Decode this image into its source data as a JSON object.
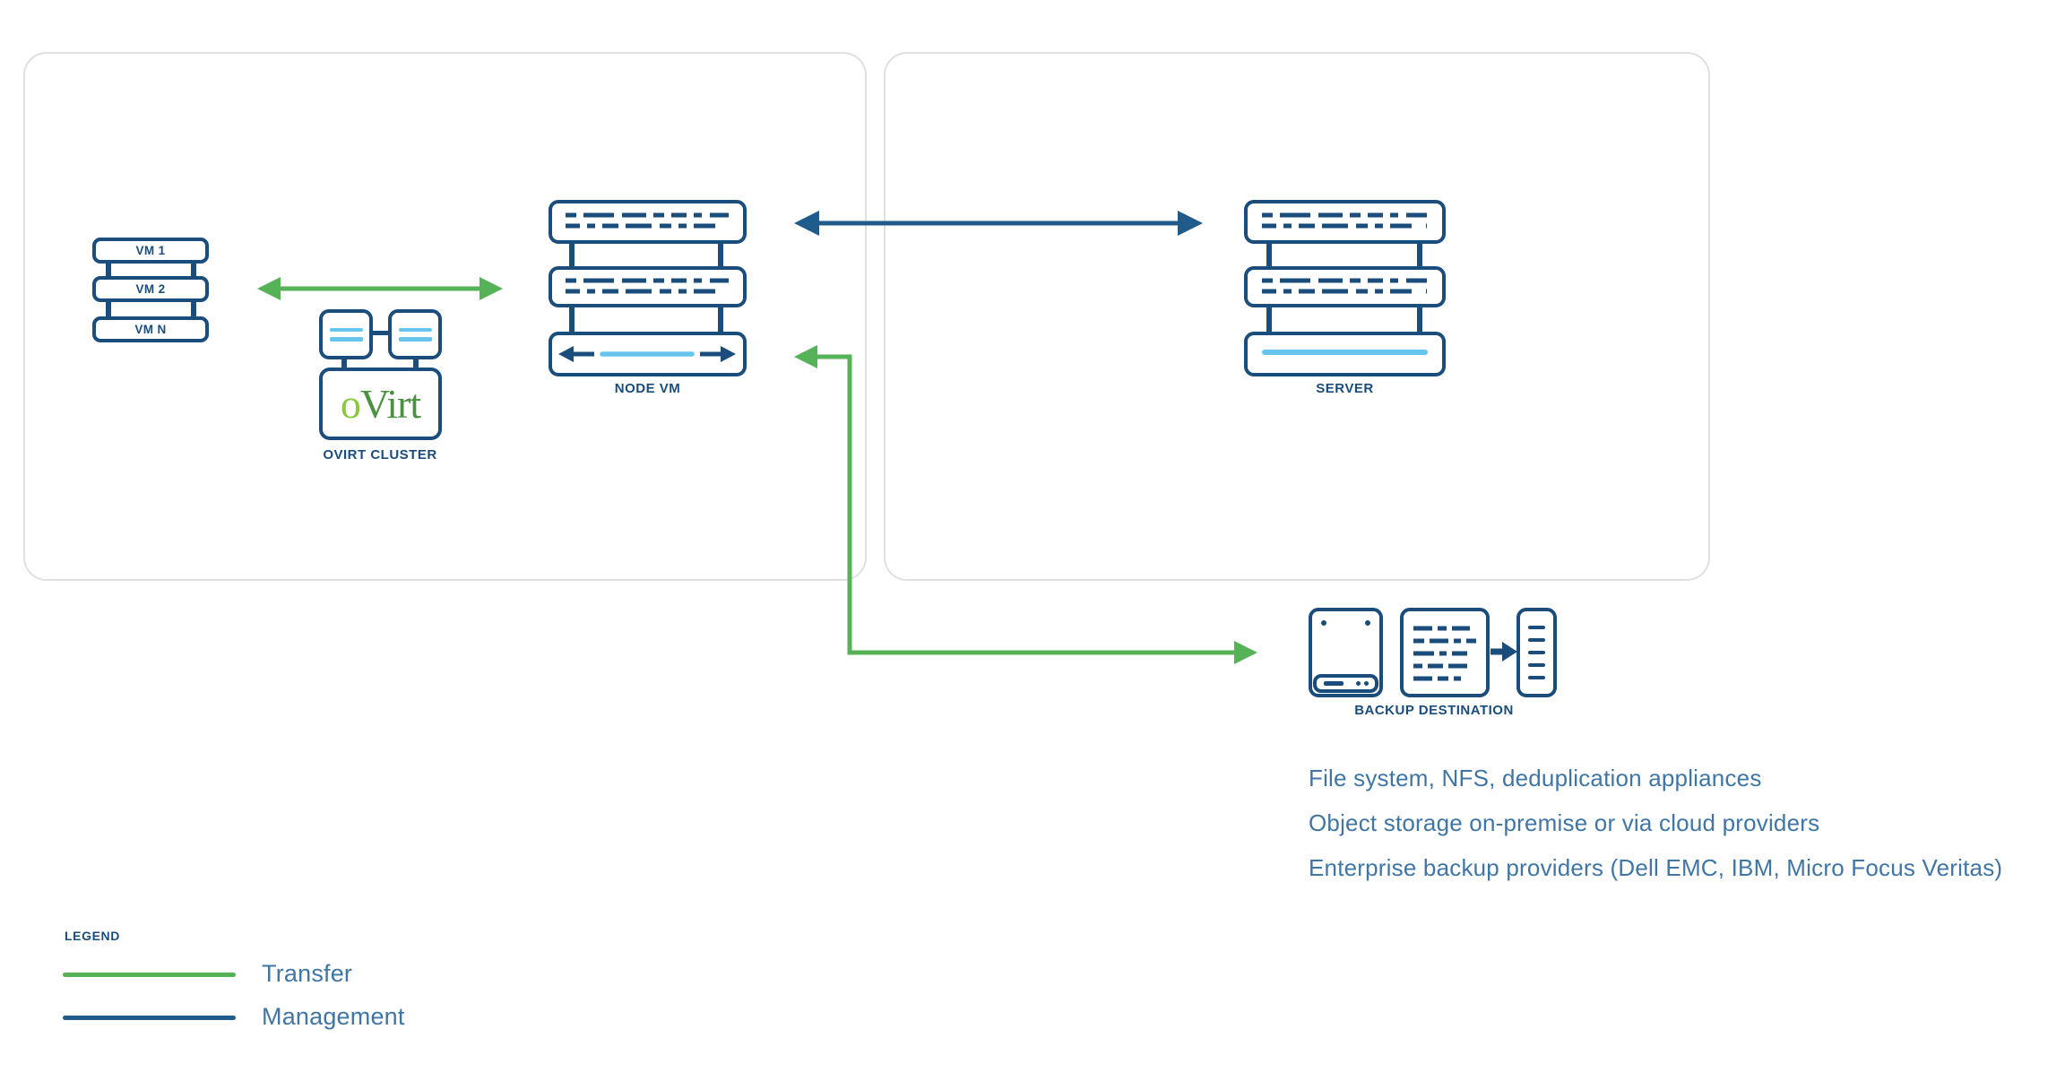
{
  "colors": {
    "navy": "#1a4d7c",
    "management_blue": "#1f5c8c",
    "transfer_green": "#55b257",
    "cyan_accent": "#66c5ec",
    "body_text_blue": "#3f76a6",
    "panel_border": "#e0e0e0",
    "ovirt_light_green": "#8dc63f",
    "ovirt_dark_green": "#4c9142"
  },
  "left_panel": {
    "vm_stack": {
      "items": [
        "VM 1",
        "VM 2",
        "VM N"
      ]
    },
    "ovirt_cluster": {
      "label": "OVIRT CLUSTER",
      "logo_prefix": "o",
      "logo_rest": "Virt"
    },
    "node_vm": {
      "label": "NODE VM"
    }
  },
  "right_panel": {
    "server": {
      "label": "SERVER"
    }
  },
  "backup": {
    "label": "BACKUP DESTINATION",
    "notes": [
      "File system, NFS, deduplication appliances",
      "Object storage on-premise or via cloud providers",
      "Enterprise backup providers (Dell EMC, IBM, Micro Focus Veritas)"
    ]
  },
  "legend": {
    "title": "LEGEND",
    "items": [
      {
        "label": "Transfer",
        "color": "#55b257"
      },
      {
        "label": "Management",
        "color": "#1f5c8c"
      }
    ]
  }
}
